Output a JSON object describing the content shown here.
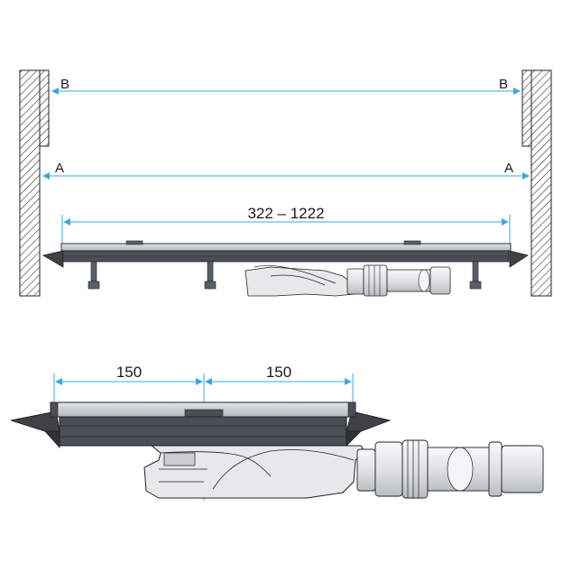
{
  "top_view": {
    "label_b": "B",
    "label_a": "A",
    "range_label": "322 – 1222"
  },
  "bottom_view": {
    "left_dim": "150",
    "right_dim": "150"
  },
  "colors": {
    "dimension_line": "#3aa8dc",
    "outline": "#222222",
    "tray_top": "#c9cdd2",
    "channel": "#4a4f55",
    "body_light": "#e6e8ea",
    "wall_hatch": "#222222"
  }
}
